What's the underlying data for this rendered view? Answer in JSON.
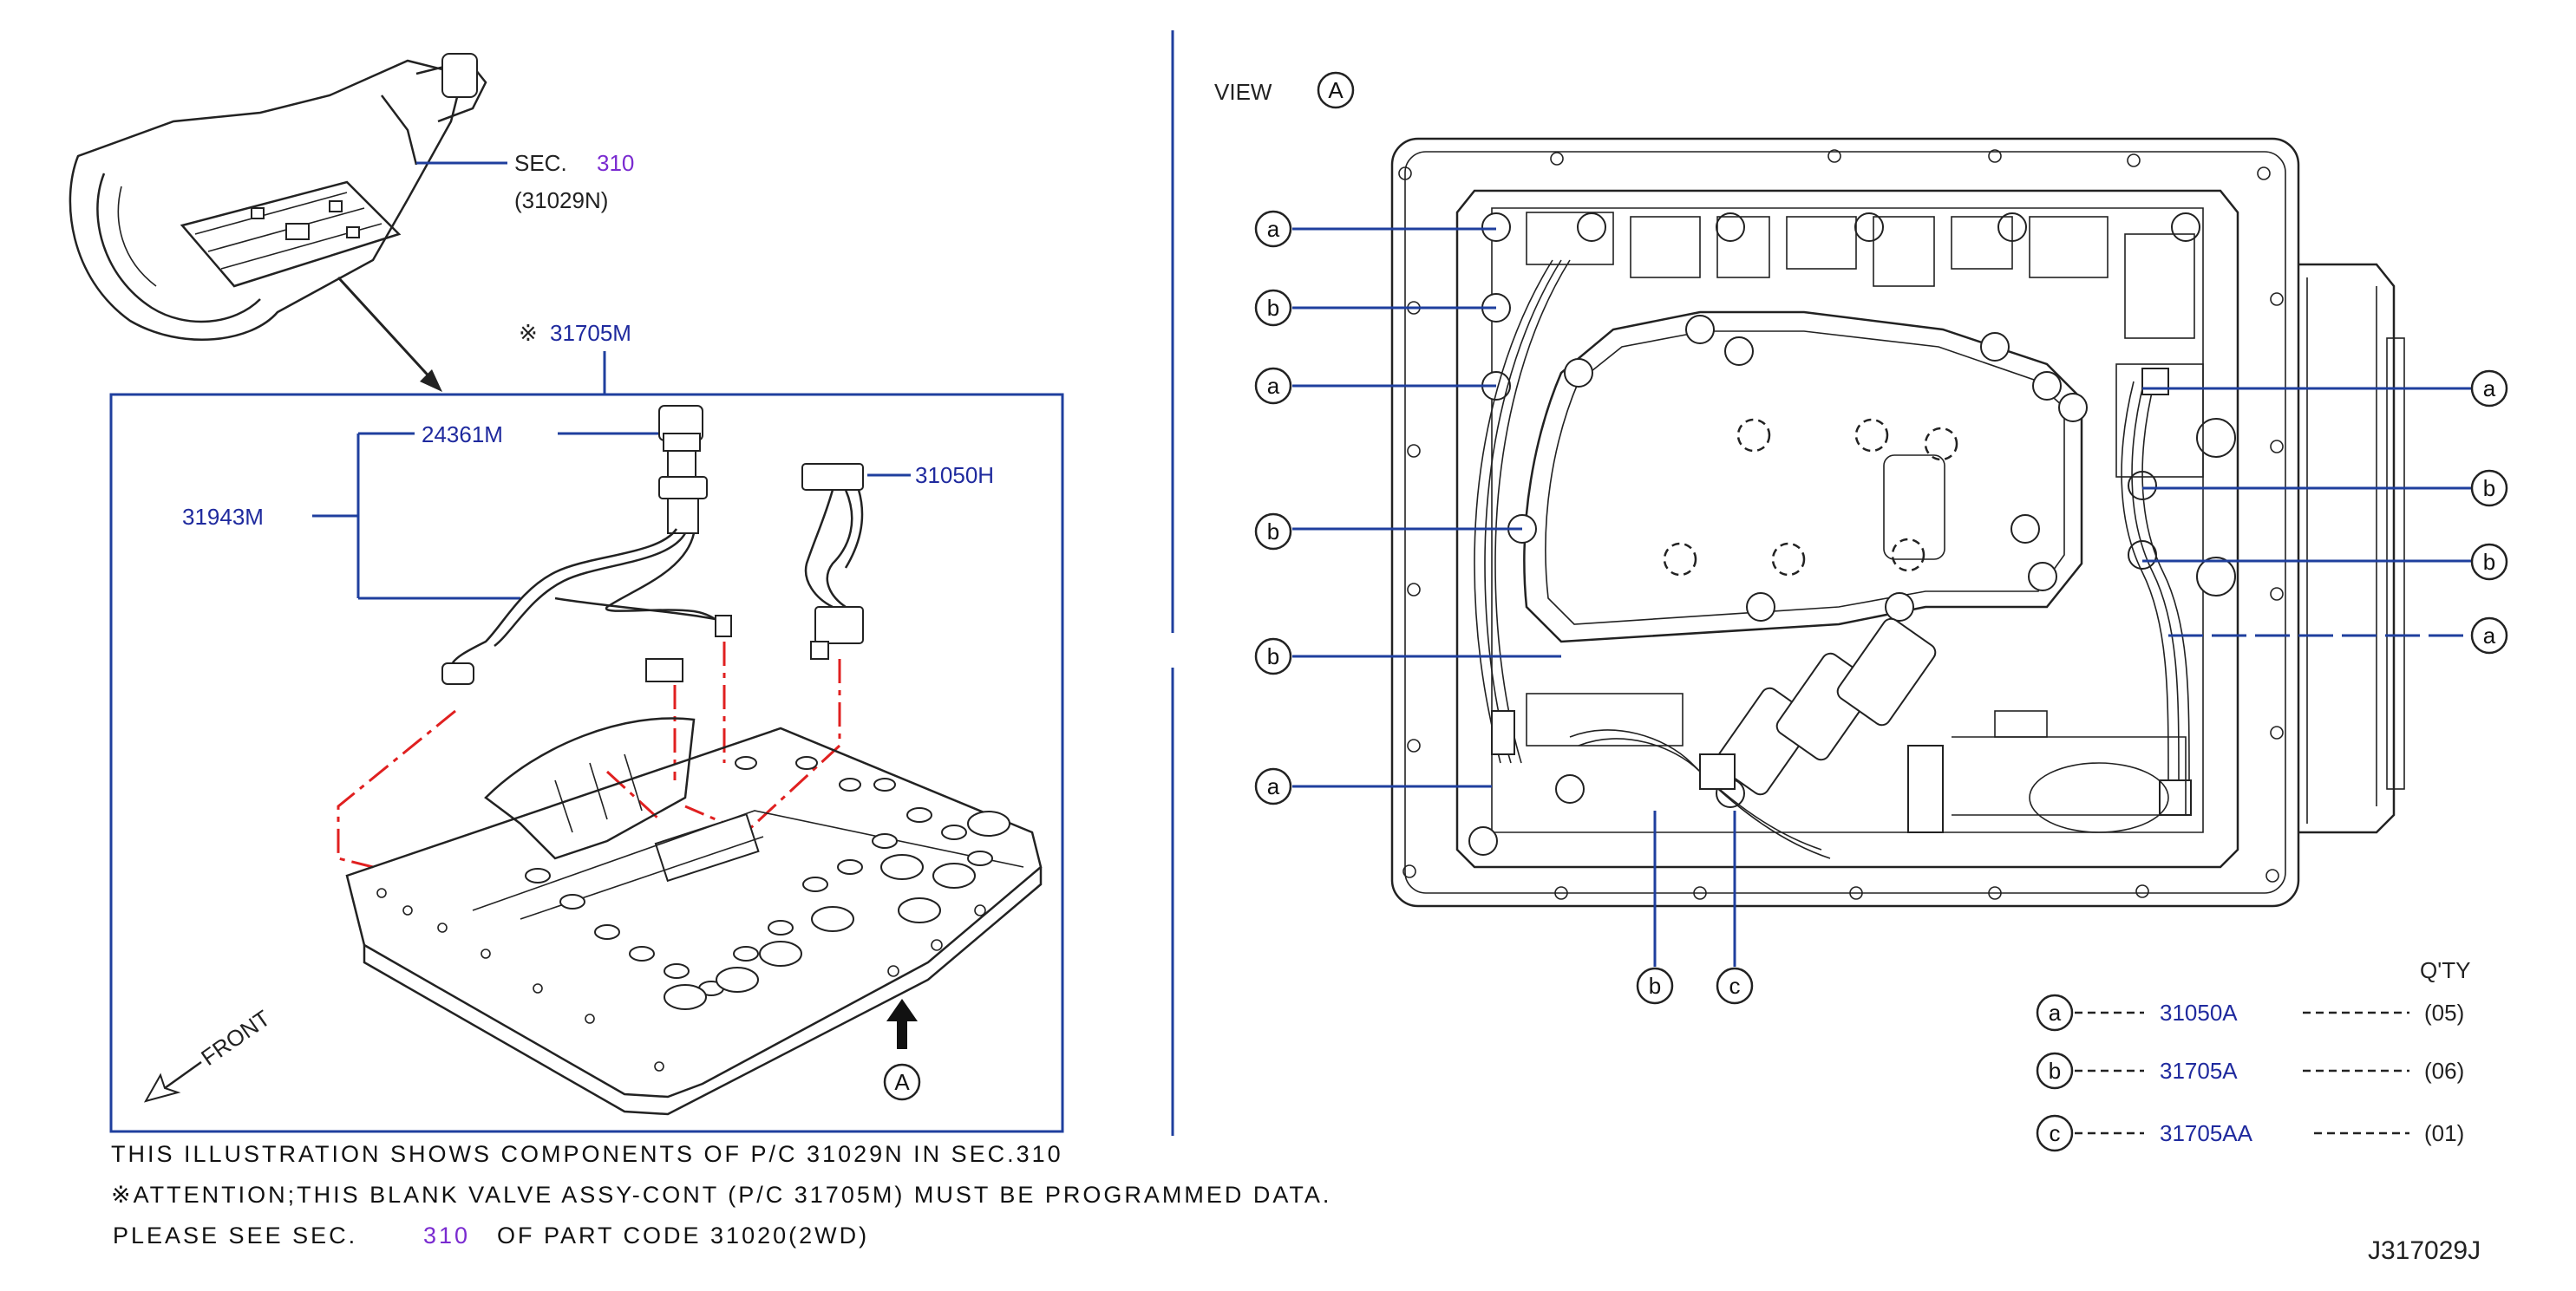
{
  "header": {
    "sec_label": "SEC.",
    "sec_number": "310",
    "sec_part": "(31029N)",
    "view_label": "VIEW",
    "view_letter": "A"
  },
  "parts": {
    "p31705m_prefix": "※",
    "p31705m": "31705M",
    "p24361m": "24361M",
    "p31943m": "31943M",
    "p31050h": "31050H"
  },
  "front_label": "FRONT",
  "arrow_letter": "A",
  "callouts_left": [
    "a",
    "b",
    "a",
    "b",
    "b",
    "a"
  ],
  "callouts_right": [
    "a",
    "b",
    "b",
    "a"
  ],
  "callouts_bottom": [
    "b",
    "c"
  ],
  "qty_table": {
    "header": "Q'TY",
    "rows": [
      {
        "letter": "a",
        "part": "31050A",
        "qty": "(05)"
      },
      {
        "letter": "b",
        "part": "31705A",
        "qty": "(06)"
      },
      {
        "letter": "c",
        "part": "31705AA",
        "qty": "(01)"
      }
    ]
  },
  "notes": {
    "line1": "THIS ILLUSTRATION SHOWS COMPONENTS OF P/C 31029N IN SEC.310",
    "line2": "※ATTENTION;THIS BLANK VALVE ASSY-CONT (P/C 31705M) MUST BE PROGRAMMED DATA.",
    "line3_a": "PLEASE SEE SEC.",
    "line3_sec": "310",
    "line3_b": "OF PART CODE 31020(2WD)"
  },
  "drawing_code": "J317029J",
  "colors": {
    "leader_blue": "#1f3f9e",
    "part_blue": "#1f2a9e",
    "sec_purple": "#7a2bd0",
    "assembly_red": "#e02020"
  }
}
